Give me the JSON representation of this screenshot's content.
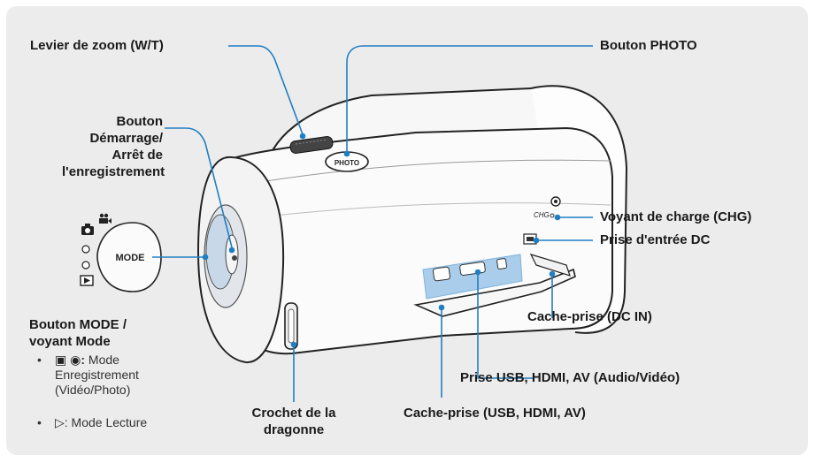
{
  "labels": {
    "zoom": "Levier de zoom (W/T)",
    "photo": "Bouton PHOTO",
    "record_l1": "Bouton",
    "record_l2": "Démarrage/",
    "record_l3": "Arrêt de",
    "record_l4": "l'enregistrement",
    "charge": "Voyant de charge (CHG)",
    "dc_input": "Prise d'entrée DC",
    "dc_cover": "Cache-prise (DC IN)",
    "usb_jack": "Prise USB, HDMI, AV (Audio/Vidéo)",
    "usb_cover": "Cache-prise (USB, HDMI, AV)",
    "strap_l1": "Crochet de la",
    "strap_l2": "dragonne",
    "mode_l1": "Bouton MODE /",
    "mode_l2": "voyant Mode"
  },
  "mode_notes": {
    "bullet": "•",
    "record_colon": ":",
    "record_l1": "Mode",
    "record_l2": "Enregistrement",
    "record_l3": "(Vidéo/Photo)",
    "play_text": ": Mode Lecture"
  },
  "device": {
    "mode_dial_text": "MODE",
    "photo_button_text": "PHOTO",
    "chg_text": "CHG"
  },
  "icons": [
    "video-camera-icon",
    "photo-camera-icon",
    "playback-icon"
  ],
  "colors": {
    "leader": "#1f7fc4",
    "panel": "#ececec",
    "highlight": "#a9cdea"
  }
}
